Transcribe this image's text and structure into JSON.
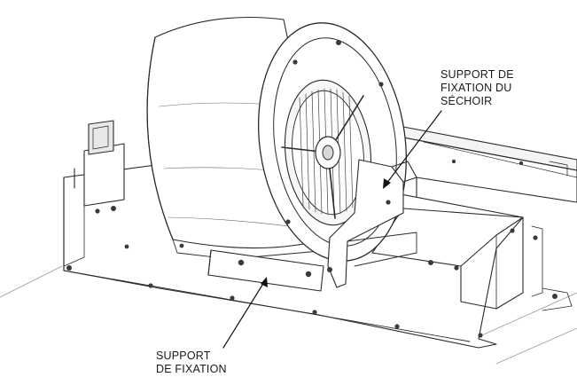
{
  "callouts": {
    "dryer_bracket": {
      "lines": [
        "SUPPORT DE",
        "FIXATION DU",
        "SÉCHOIR"
      ]
    },
    "mount_bracket": {
      "lines": [
        "SUPPORT",
        "DE FIXATION"
      ]
    }
  }
}
